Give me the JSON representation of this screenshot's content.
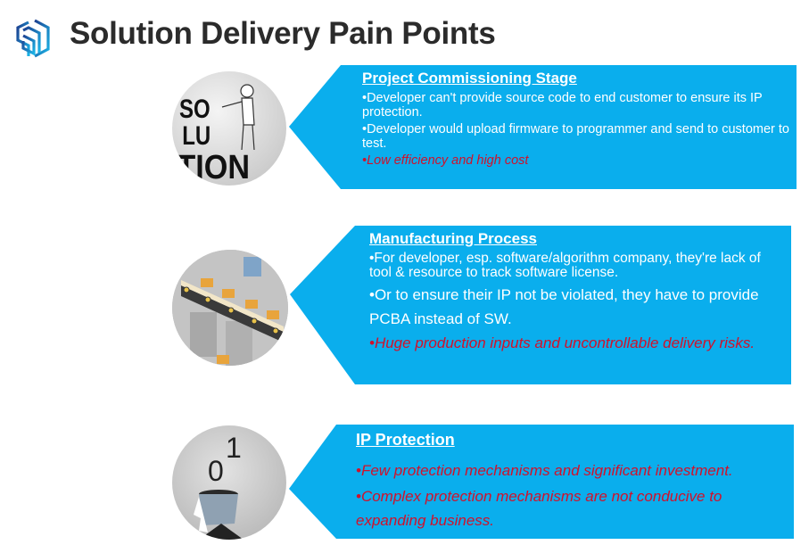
{
  "header": {
    "logo_icon": "stacked-s-cube-logo",
    "title": "Solution Delivery Pain Points"
  },
  "colors": {
    "panel_blue": "#0aaeed",
    "title_text": "#2b2b2b",
    "highlight_red": "#d0112b",
    "panel_text": "#ffffff"
  },
  "sections": [
    {
      "image": "solution-man-illustration",
      "image_text": "SOLUTION",
      "heading": "Project Commissioning Stage",
      "bullets": [
        {
          "text": "•Developer can't provide source code to end customer to ensure its IP protection.",
          "highlight": false
        },
        {
          "text": "•Developer would upload firmware to programmer and send to customer to test.",
          "highlight": false
        },
        {
          "text": "•Low efficiency and high cost",
          "highlight": true
        }
      ]
    },
    {
      "image": "conveyor-belt-illustration",
      "heading": "Manufacturing Process",
      "bullets": [
        {
          "text": "•For developer, esp. software/algorithm company, they're lack of tool & resource to track software license.",
          "highlight": false
        },
        {
          "text": "•Or to ensure their IP not be violated, they have to provide PCBA instead of SW.",
          "highlight": false
        },
        {
          "text": "•Huge production inputs and uncontrollable delivery risks.",
          "highlight": true
        }
      ]
    },
    {
      "image": "binary-head-illustration",
      "image_digits": [
        "1",
        "0"
      ],
      "heading": "IP Protection",
      "bullets": [
        {
          "text": "•Few protection mechanisms and significant investment.",
          "highlight": true
        },
        {
          "text": "•Complex protection mechanisms are not conducive to expanding business.",
          "highlight": true
        }
      ]
    }
  ]
}
